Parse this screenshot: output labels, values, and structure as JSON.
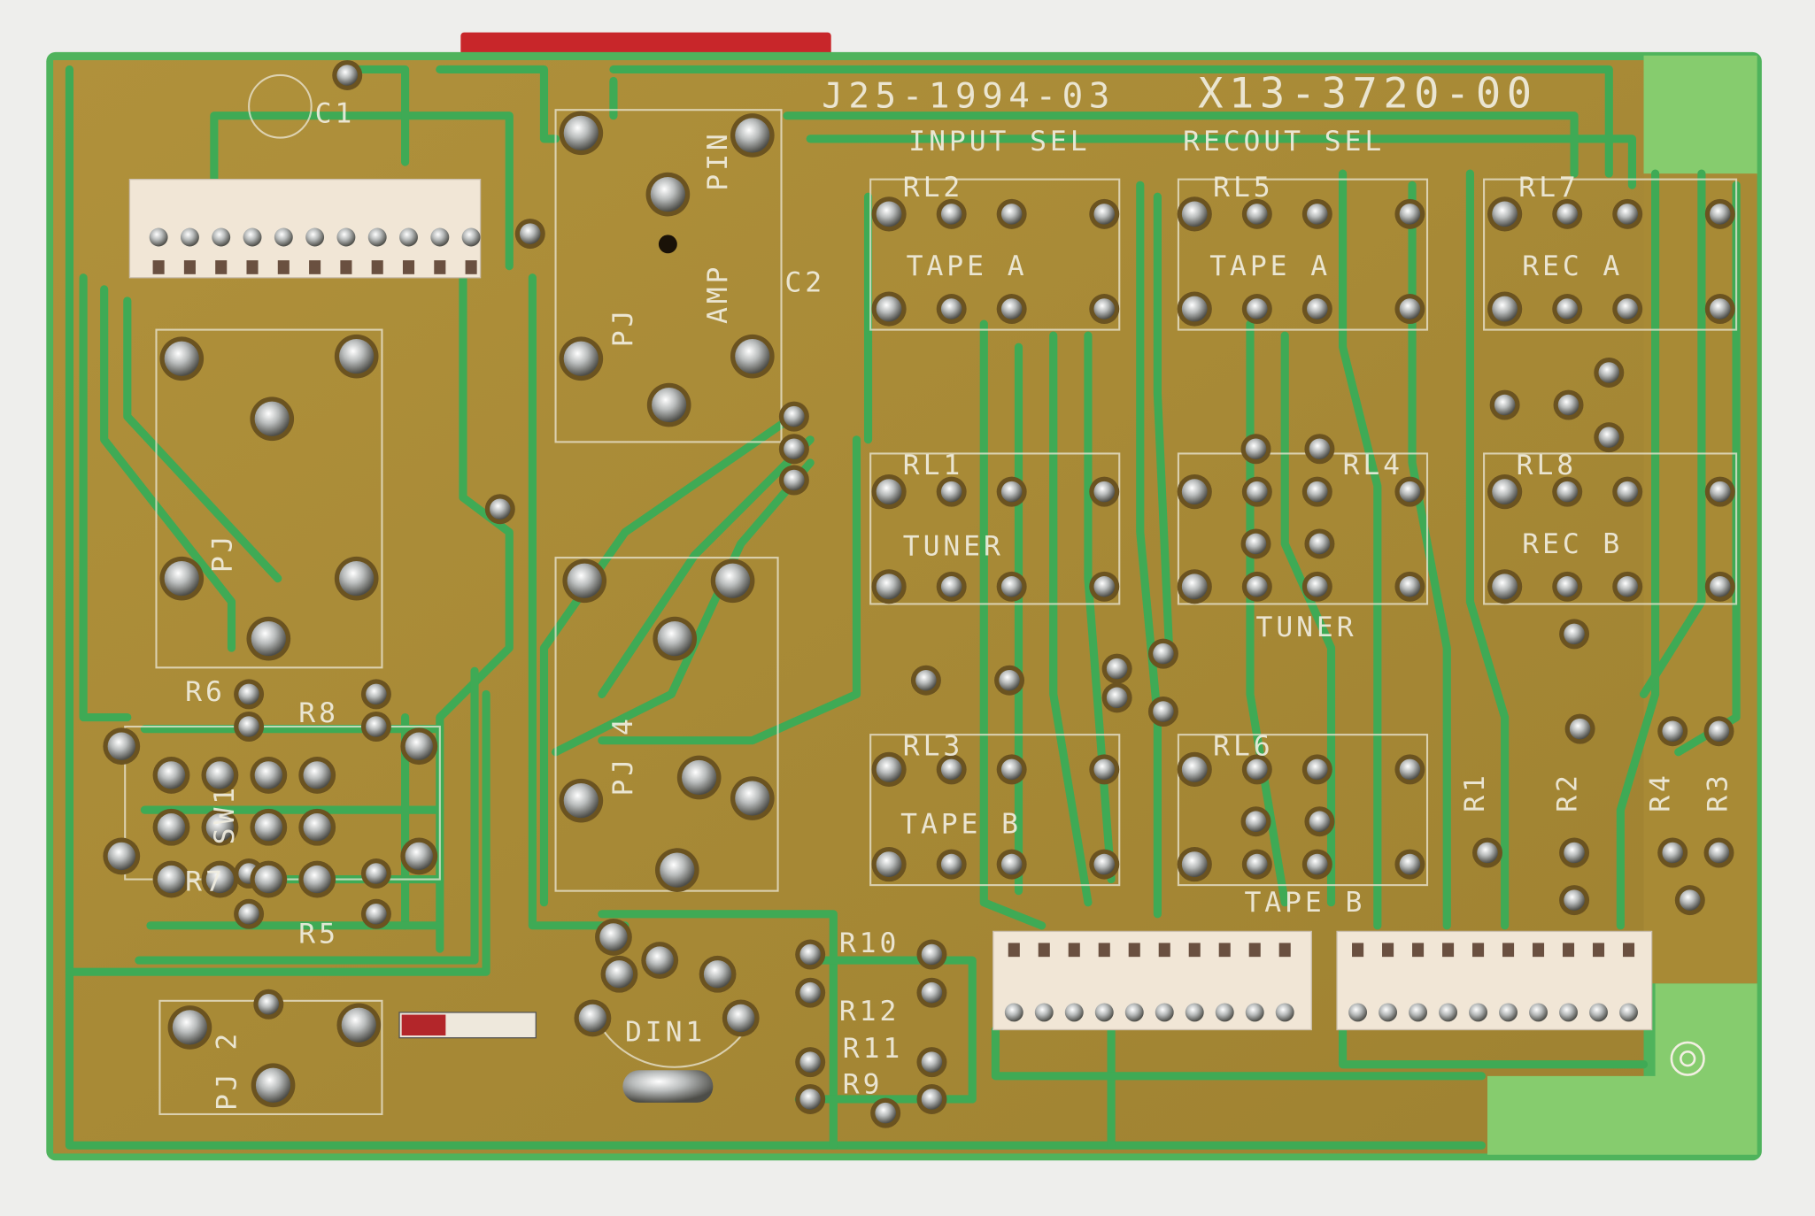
{
  "board": {
    "part_numbers": [
      "J25-1994-03",
      "X13-3720-00"
    ],
    "section_headers": [
      "INPUT SEL",
      "RECOUT SEL"
    ],
    "labels": {
      "c1": "C1",
      "c2": "C2",
      "rl1": "RL1",
      "rl2": "RL2",
      "rl3": "RL3",
      "rl4": "RL4",
      "rl5": "RL5",
      "rl6": "RL6",
      "rl7": "RL7",
      "rl8": "RL8",
      "tape_a_1": "TAPE A",
      "tape_a_2": "TAPE A",
      "rec_a": "REC A",
      "tuner_1": "TUNER",
      "tuner_2": "TUNER",
      "rec_b": "REC B",
      "tape_b_1": "TAPE B",
      "tape_b_2": "TAPE B",
      "pin": "PIN",
      "amp": "AMP",
      "pj_top": "PJ",
      "pj_left": "PJ",
      "pj4": "PJ 4",
      "pj2": "PJ 2",
      "r1": "R1",
      "r2": "R2",
      "r3": "R3",
      "r4": "R4",
      "r5": "R5",
      "r6": "R6",
      "r7": "R7",
      "r8": "R8",
      "r9": "R9",
      "r10": "R10",
      "r11": "R11",
      "r12": "R12",
      "sw1": "SW1",
      "din1": "DIN1"
    },
    "colors": {
      "substrate": "#a88a35",
      "trace": "#3faa55",
      "bare_green": "#86cc6e",
      "silkscreen": "#f2efe2",
      "solder": "#c9cccc",
      "connector": "#f1e6d6"
    }
  }
}
